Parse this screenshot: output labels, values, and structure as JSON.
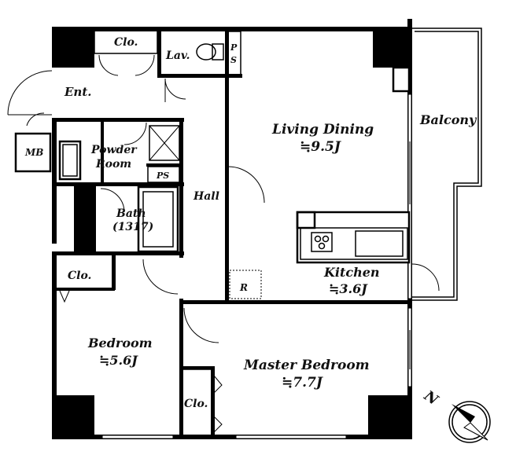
{
  "rooms": {
    "living_dining": {
      "name": "Living Dining",
      "size": "≒9.5J"
    },
    "kitchen": {
      "name": "Kitchen",
      "size": "≒3.6J"
    },
    "bedroom": {
      "name": "Bedroom",
      "size": "≒5.6J"
    },
    "master_bedroom": {
      "name": "Master Bedroom",
      "size": "≒7.7J"
    },
    "balcony": {
      "name": "Balcony"
    },
    "hall": {
      "name": "Hall"
    },
    "entrance": {
      "name": "Ent."
    },
    "powder_room": {
      "line1": "Powder",
      "line2": "Room"
    },
    "bath": {
      "name": "Bath",
      "size": "(1317)"
    },
    "lavatory": {
      "name": "Lav."
    },
    "mb": {
      "name": "MB"
    },
    "ps_small": {
      "name": "PS"
    },
    "ps_top": {
      "line1": "P",
      "line2": "S"
    },
    "closet_top": {
      "name": "Clo."
    },
    "closet_bedroom": {
      "name": "Clo."
    },
    "closet_master": {
      "name": "Clo."
    },
    "refrigerator": {
      "name": "R"
    }
  },
  "compass": {
    "label": "N"
  }
}
